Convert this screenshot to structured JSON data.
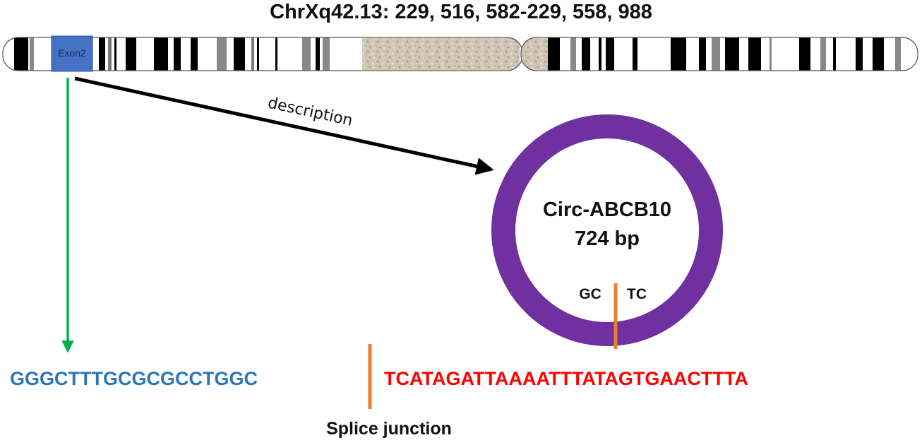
{
  "title": "ChrXq42.13: 229, 516, 582-229, 558, 988",
  "exon_label": "Exon2",
  "arrow_label": "description",
  "circ": {
    "name": "Circ-ABCB10",
    "length": "724 bp",
    "left_site": "GC",
    "right_site": "TC"
  },
  "sequence": {
    "left": "GGGCTTTGCGCGCCTGGC",
    "right": "TCATAGATTAAAATTTATAGTGAACTTTA"
  },
  "splice_label": "Splice junction",
  "colors": {
    "exon": "#4472c4",
    "ring": "#7030a0",
    "seq_left": "#2e75b6",
    "seq_right": "#ff0000",
    "junction": "#ed7d31",
    "green_arrow": "#00b050",
    "centromere": "#cdc2b2"
  }
}
